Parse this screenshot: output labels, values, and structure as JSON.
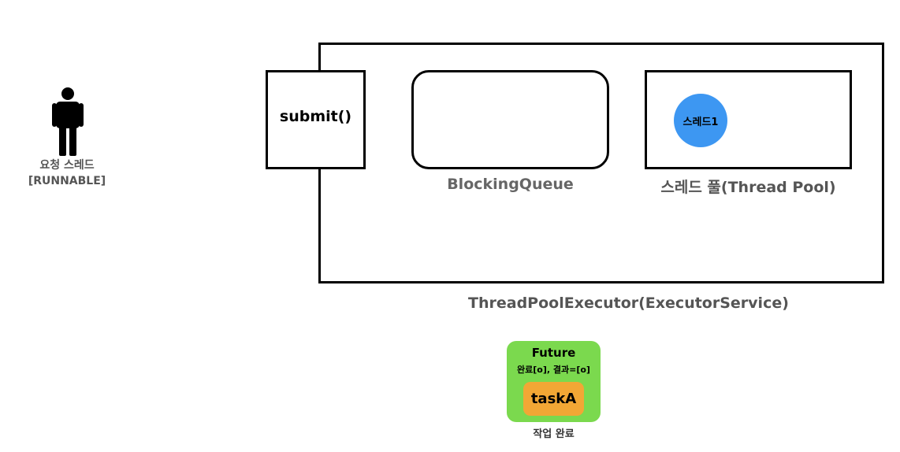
{
  "requester": {
    "icon": "person-icon",
    "label_line1": "요청 스레드",
    "label_line2": "[RUNNABLE]"
  },
  "executor": {
    "label": "ThreadPoolExecutor(ExecutorService)",
    "submit_label": "submit()",
    "queue_label": "BlockingQueue",
    "pool": {
      "label": "스레드 풀(Thread Pool)",
      "threads": [
        "스레드1"
      ]
    }
  },
  "future": {
    "title": "Future",
    "status": "완료[o], 결과=[o]",
    "task": "taskA",
    "caption": "작업 완료"
  },
  "colors": {
    "thread": "#3d97f2",
    "future": "#7bd94e",
    "task": "#f2a735",
    "label_gray": "#555555"
  }
}
